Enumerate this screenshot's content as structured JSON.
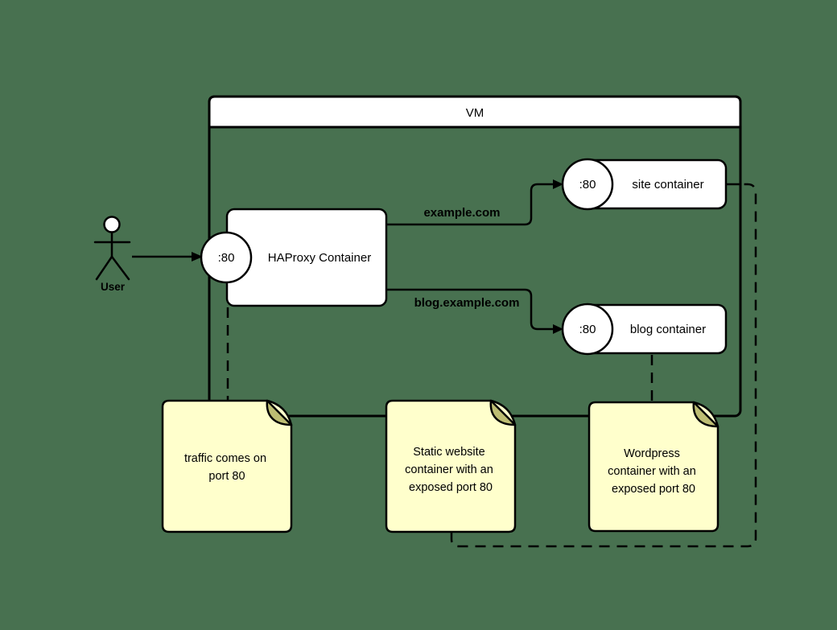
{
  "diagram_type": "container-architecture-diagram",
  "colors": {
    "background": "#487150",
    "shape_fill": "#ffffff",
    "note_fill": "#ffffcc",
    "note_fold": "#bdbd73",
    "line": "#000000"
  },
  "vm": {
    "title": "VM"
  },
  "actor": {
    "label": "User"
  },
  "nodes": {
    "haproxy": {
      "port": ":80",
      "label": "HAProxy Container"
    },
    "site": {
      "port": ":80",
      "label": "site container"
    },
    "blog": {
      "port": ":80",
      "label": "blog container"
    }
  },
  "edges": {
    "user_to_haproxy": {
      "label": ""
    },
    "haproxy_to_site": {
      "label": "example.com"
    },
    "haproxy_to_blog": {
      "label": "blog.example.com"
    }
  },
  "notes": [
    {
      "lines": [
        "traffic comes on",
        "port 80"
      ]
    },
    {
      "lines": [
        "Static website",
        "container with an",
        "exposed port 80"
      ]
    },
    {
      "lines": [
        "Wordpress",
        "container with an",
        "exposed port 80"
      ]
    }
  ]
}
